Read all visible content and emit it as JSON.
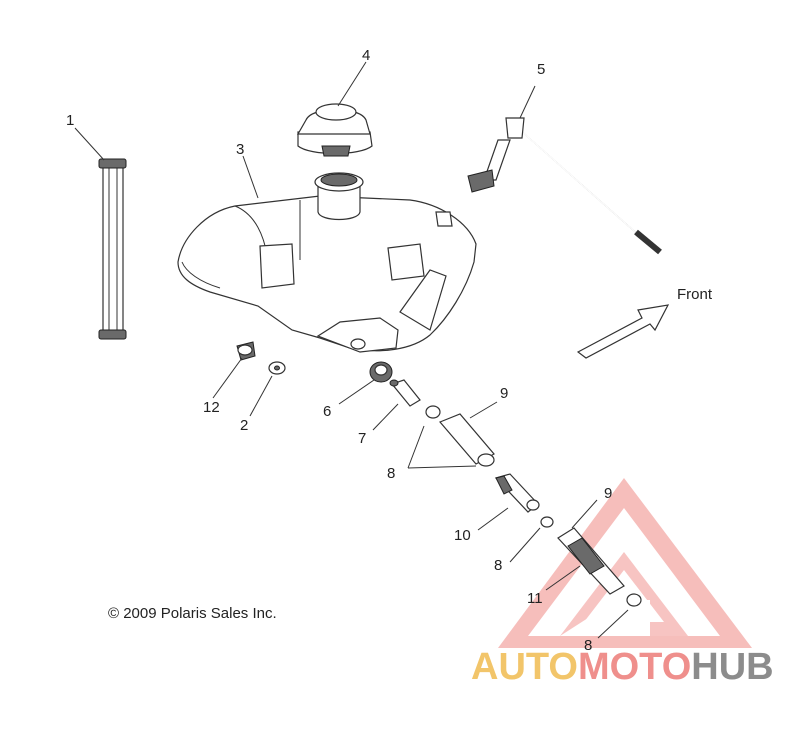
{
  "diagram": {
    "callouts": {
      "c1": "1",
      "c2": "2",
      "c3": "3",
      "c4": "4",
      "c5": "5",
      "c6": "6",
      "c7": "7",
      "c8a": "8",
      "c8b": "8",
      "c8c": "8",
      "c9a": "9",
      "c9b": "9",
      "c10": "10",
      "c11": "11",
      "c12": "12"
    },
    "front_label": "Front",
    "copyright": "© 2009 Polaris Sales Inc."
  },
  "watermark": {
    "part1": "AUTO",
    "part2": "MOTO",
    "part3": "HUB",
    "colors": {
      "auto": "#f2c56a",
      "moto": "#ef8f8c",
      "hub": "#8c8c8c",
      "logo": "#f07f7a"
    }
  }
}
